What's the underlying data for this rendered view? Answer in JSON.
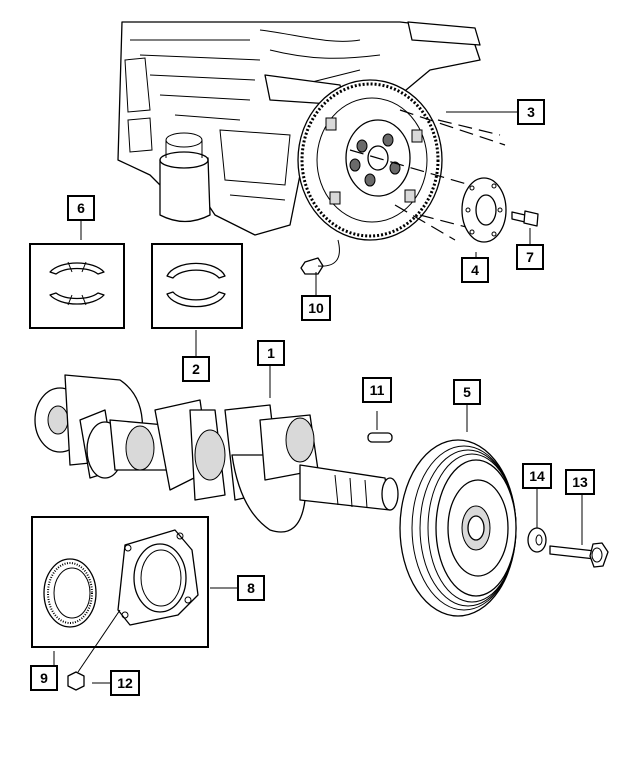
{
  "diagram": {
    "type": "exploded-parts-view",
    "callouts": [
      {
        "key": "c1",
        "label": "1"
      },
      {
        "key": "c2",
        "label": "2"
      },
      {
        "key": "c3",
        "label": "3"
      },
      {
        "key": "c4",
        "label": "4"
      },
      {
        "key": "c5",
        "label": "5"
      },
      {
        "key": "c6",
        "label": "6"
      },
      {
        "key": "c7",
        "label": "7"
      },
      {
        "key": "c8",
        "label": "8"
      },
      {
        "key": "c9",
        "label": "9"
      },
      {
        "key": "c10",
        "label": "10"
      },
      {
        "key": "c11",
        "label": "11"
      },
      {
        "key": "c12",
        "label": "12"
      },
      {
        "key": "c13",
        "label": "13"
      },
      {
        "key": "c14",
        "label": "14"
      }
    ]
  }
}
